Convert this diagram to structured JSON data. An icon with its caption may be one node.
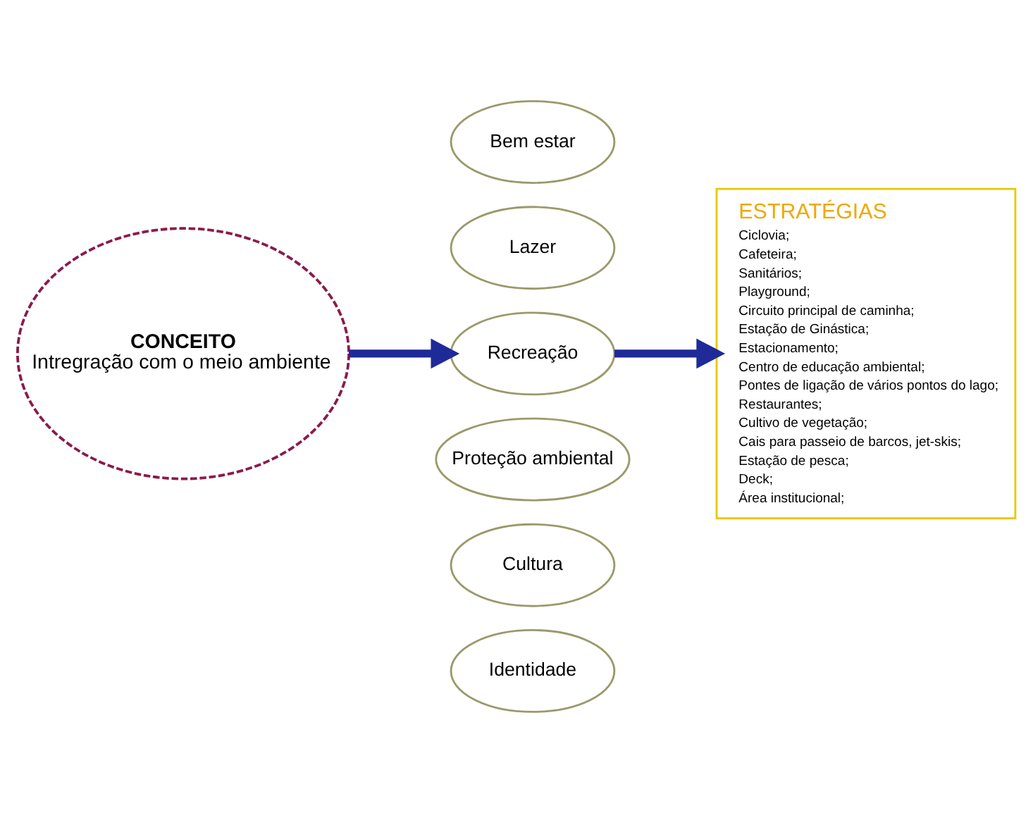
{
  "diagram": {
    "nodes": [
      {
        "text": [
          "CONCEITO",
          "Intregração com o meio ambiente"
        ]
      },
      {
        "text": [
          "Bem estar"
        ]
      },
      {
        "text": [
          "Lazer"
        ]
      },
      {
        "text": [
          "Recreação"
        ]
      },
      {
        "text": [
          "Proteção ambiental"
        ]
      },
      {
        "text": [
          "Cultura"
        ]
      },
      {
        "text": [
          "Identidade"
        ]
      },
      {
        "text": [
          "ESTRATÉGIAS",
          "Ciclovia;",
          "Cafeteira;",
          "Sanitários;",
          "Playground;",
          "Circuito principal de caminha;",
          "Estação de Ginástica;",
          "Estacionamento;",
          "Centro de educação ambiental;",
          "Pontes de ligação de vários pontos do lago;",
          "Restaurantes;",
          "Cultivo de vegetação;",
          "Cais para passeio de barcos, jet-skis;",
          "Estação de pesca;",
          "Deck;",
          "Área institucional;"
        ]
      }
    ],
    "edges": [
      {
        "from": 0,
        "to": 3,
        "arrow": "to"
      },
      {
        "from": 3,
        "to": 7,
        "arrow": "to"
      }
    ]
  }
}
